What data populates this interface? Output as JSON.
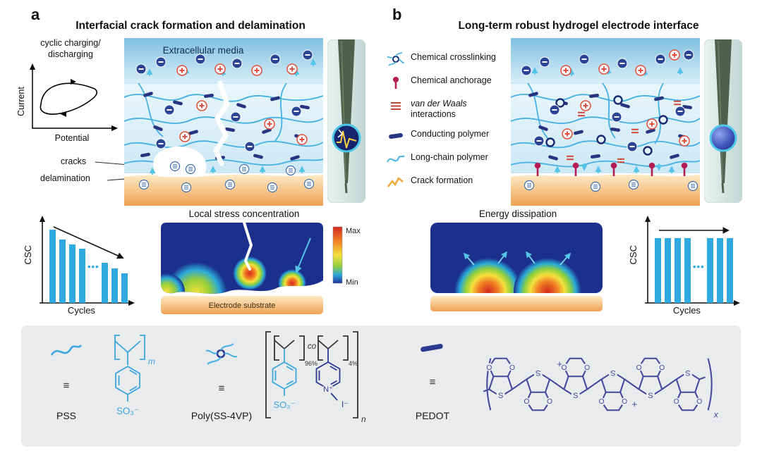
{
  "panel_a": {
    "label": "a",
    "title": "Interfacial crack formation and delamination",
    "cv_inset": {
      "caption_line1": "cyclic charging/",
      "caption_line2": "discharging",
      "ylabel": "Current",
      "xlabel": "Potential"
    },
    "media_label": "Extracellular media",
    "cracks_label": "cracks",
    "delamination_label": "delamination",
    "csc_chart": {
      "ylabel": "CSC",
      "xlabel": "Cycles",
      "dots": "•••",
      "bars_left": [
        100,
        87,
        80,
        74
      ],
      "bars_right": [
        55,
        47,
        40
      ]
    },
    "stress": {
      "title": "Local stress concentration",
      "scale_max": "Max",
      "scale_min": "Min",
      "substrate_label": "Electrode substrate"
    }
  },
  "panel_b": {
    "label": "b",
    "title": "Long-term robust hydrogel electrode interface",
    "legend": {
      "items": [
        {
          "label": "Chemical crosslinking"
        },
        {
          "label": "Chemical anchorage"
        },
        {
          "label_italic": "van der Waals",
          "label_rest": "interactions"
        },
        {
          "label": "Conducting polymer"
        },
        {
          "label": "Long-chain polymer"
        },
        {
          "label": "Crack formation"
        }
      ]
    },
    "energy": {
      "title": "Energy dissipation"
    },
    "csc_chart": {
      "ylabel": "CSC",
      "xlabel": "Cycles",
      "dots": "•••",
      "bars_left": [
        88,
        88,
        88,
        88
      ],
      "bars_right": [
        88,
        88,
        88
      ]
    }
  },
  "chemistry": {
    "equiv": "≡",
    "atoms": {
      "s": "S",
      "o": "O"
    },
    "pss": {
      "label": "PSS",
      "sub_m": "m",
      "so3": "SO₃⁻"
    },
    "poly_ss4vp": {
      "label": "Poly(SS-4VP)",
      "pct_96": "96%",
      "co": "co",
      "pct_4": "4%",
      "sub_n": "n",
      "so3": "SO₃⁻",
      "n_plus": "N⁺",
      "i_minus": "I⁻"
    },
    "pedot": {
      "label": "PEDOT",
      "sub_x": "x",
      "plus": "+"
    }
  },
  "chart_data": [
    {
      "type": "bar",
      "name": "csc-vs-cycles-panel-a",
      "ylabel": "CSC",
      "xlabel": "Cycles",
      "values": [
        100,
        87,
        80,
        74,
        55,
        47,
        40
      ],
      "ellipsis_after_index": 3,
      "trend": "decreasing",
      "bar_color": "#2fa9df"
    },
    {
      "type": "bar",
      "name": "csc-vs-cycles-panel-b",
      "ylabel": "CSC",
      "xlabel": "Cycles",
      "values": [
        88,
        88,
        88,
        88,
        88,
        88,
        88
      ],
      "ellipsis_after_index": 3,
      "trend": "stable",
      "bar_color": "#2fa9df"
    },
    {
      "type": "line",
      "name": "cyclic-voltammogram-sketch",
      "ylabel": "Current",
      "xlabel": "Potential",
      "description": "Closed cyclic-voltammetry hysteresis loop with clockwise arrows"
    }
  ],
  "colors": {
    "accent_cyan": "#2fa9df",
    "conducting_polymer_navy": "#27347f",
    "plus_ion_red": "#e0503c",
    "substrate_orange": "#f0a152",
    "anchor_crimson": "#b51d54",
    "heatmap_navy": "#1c2f8c",
    "chem_pss_blue": "#3aa7dc",
    "chem_pedot_navy": "#44489c"
  }
}
